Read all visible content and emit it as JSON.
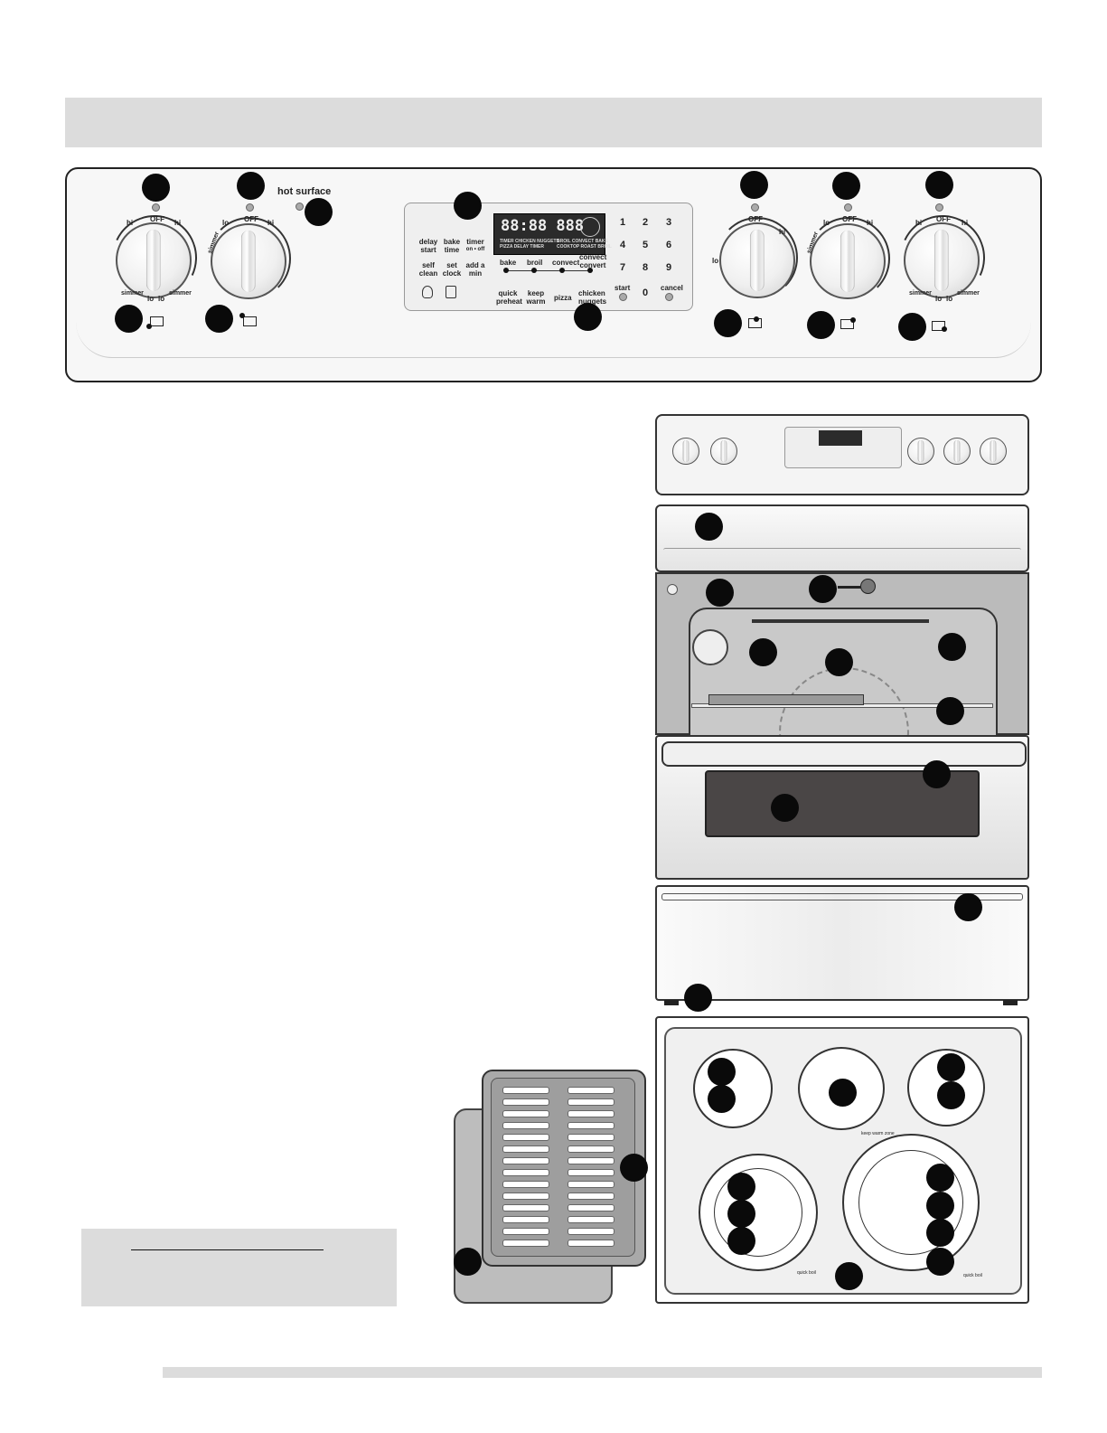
{
  "panel": {
    "hot_surface": "hot surface",
    "left_knob_1": {
      "labels": [
        "hi",
        "OFF",
        "hi",
        "simmer",
        "lo",
        "lo",
        "simmer"
      ]
    },
    "left_knob_2": {
      "labels": [
        "lo",
        "OFF",
        "hi",
        "simmer"
      ]
    },
    "right_knob_1": {
      "labels": [
        "OFF",
        "hi",
        "lo"
      ]
    },
    "right_knob_2": {
      "labels": [
        "lo",
        "OFF",
        "hi",
        "simmer"
      ]
    },
    "right_knob_3": {
      "labels": [
        "hi",
        "OFF",
        "hi",
        "simmer",
        "lo",
        "lo",
        "simmer"
      ]
    }
  },
  "controls": {
    "display_digits": "88:88 888",
    "display_line1": "TIMER CHICKEN NUGGETS",
    "display_line2": "PIZZA  DELAY  TIMER",
    "display_line3": "BROIL  CONVECT  BAKE",
    "display_line4": "COOKTOP ROAST  BROIL",
    "delay_start": "delay start",
    "bake_time": "bake time",
    "timer": "timer",
    "timer_sub": "on • off",
    "self_clean": "self clean",
    "set_clock": "set clock",
    "add_a_min": "add a min",
    "bake": "bake",
    "broil": "broil",
    "convect": "convect",
    "convect_convert": "convect convert",
    "quick_preheat": "quick preheat",
    "keep_warm": "keep warm",
    "pizza": "pizza",
    "chicken_nuggets": "chicken nuggets",
    "keys": [
      "1",
      "2",
      "3",
      "4",
      "5",
      "6",
      "7",
      "8",
      "9"
    ],
    "start": "start",
    "zero": "0",
    "cancel": "cancel"
  },
  "cooktop": {
    "keep_warm_zone": "keep warm zone",
    "quick_boil_left": "quick boil",
    "quick_boil_right": "quick boil"
  }
}
